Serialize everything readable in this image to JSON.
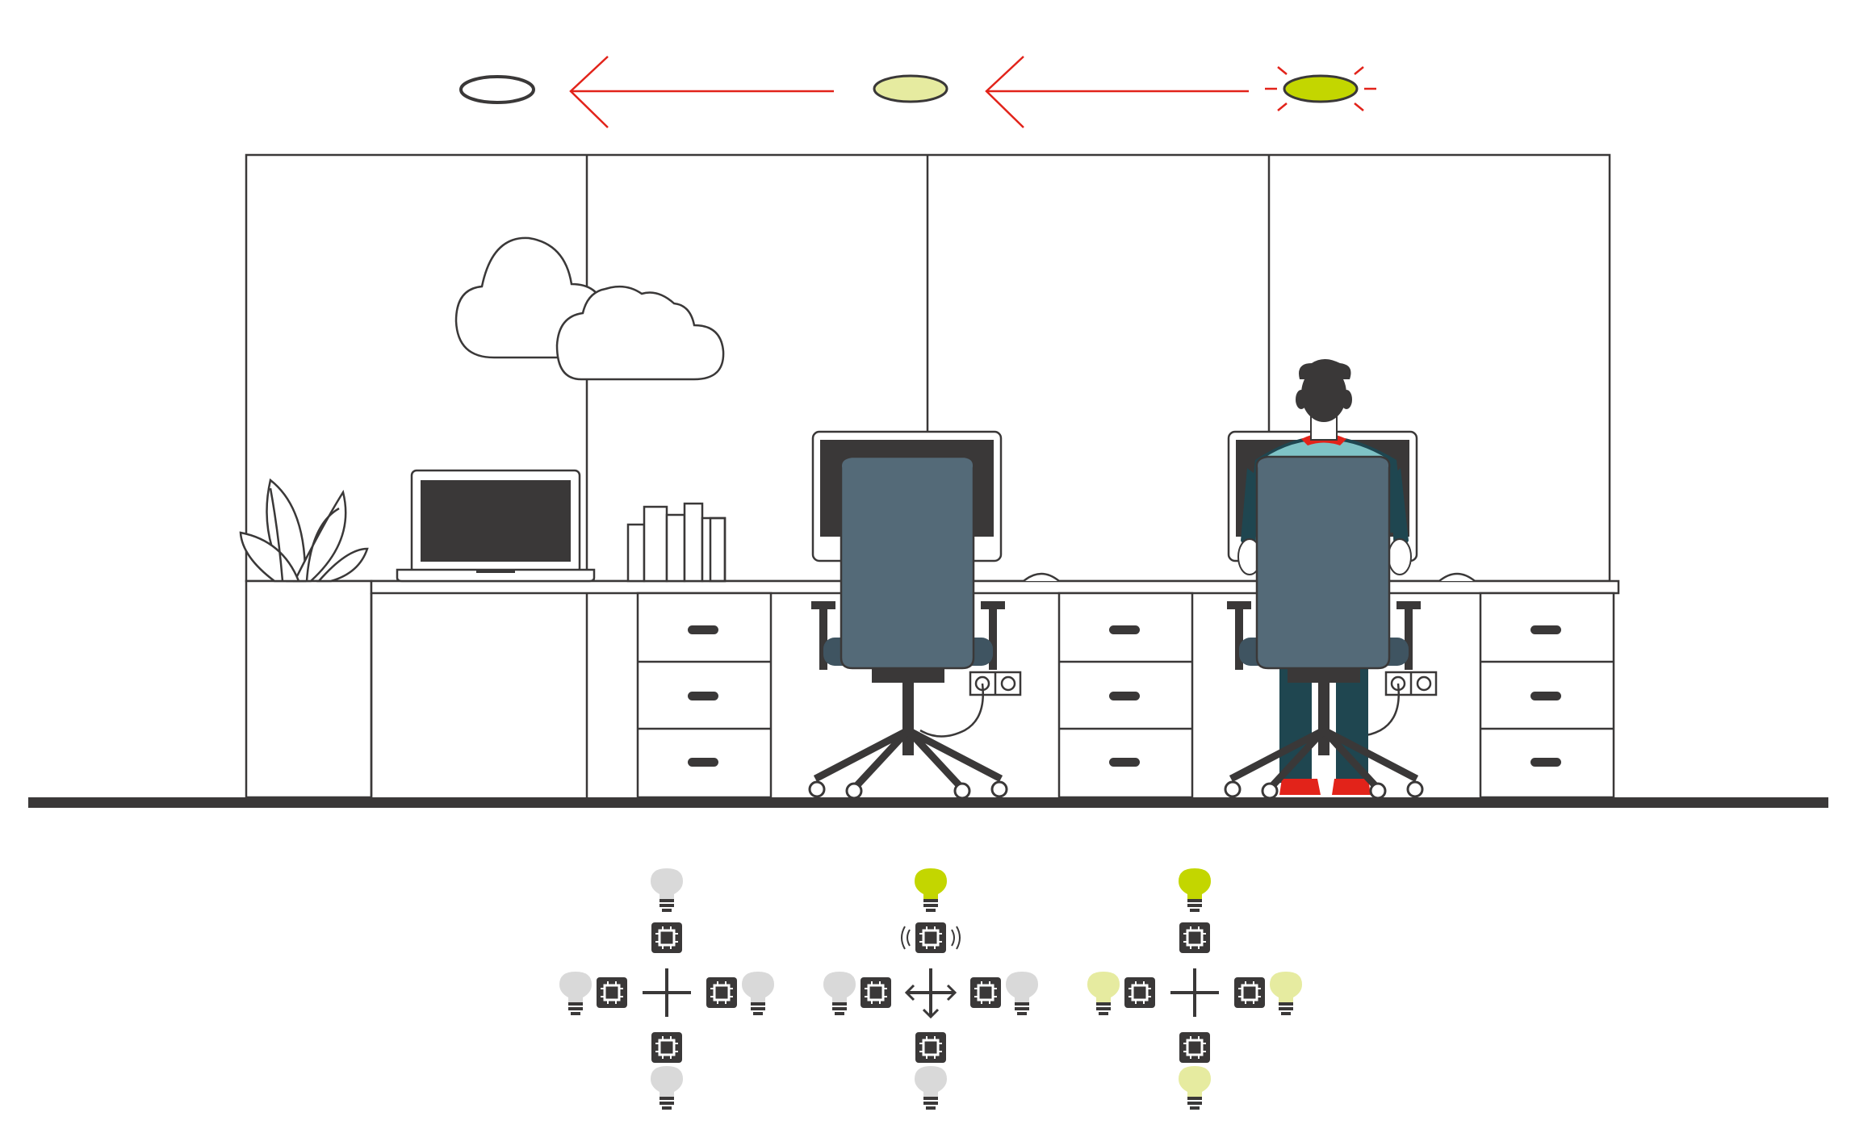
{
  "colors": {
    "line": "#3a3838",
    "arrow": "#e2231a",
    "lamp_on": "#c3d600",
    "lamp_dim": "#e6eba0",
    "bulb_off": "#d9d9d9",
    "chair": "#546a78",
    "person_shirt": "#1f4650",
    "person_collar": "#7fc3c6",
    "person_accent": "#e2231a"
  },
  "lamps": [
    {
      "state": "off"
    },
    {
      "state": "dimmed"
    },
    {
      "state": "on"
    }
  ],
  "sensor_groups": [
    {
      "state": "idle",
      "bulbs": [
        "off",
        "off",
        "off",
        "off"
      ]
    },
    {
      "state": "motion-detected",
      "bulbs": [
        "on",
        "off",
        "off",
        "off"
      ]
    },
    {
      "state": "neighbors-dimmed",
      "bulbs": [
        "on",
        "dimmed",
        "dimmed",
        "dimmed"
      ]
    }
  ],
  "icons": [
    "ceiling-lamp-icon",
    "arrow-left-icon",
    "cloud-icon",
    "plant-icon",
    "laptop-icon",
    "books-icon",
    "monitor-icon",
    "office-chair-icon",
    "power-outlet-icon",
    "person-icon",
    "light-bulb-icon",
    "sensor-chip-icon",
    "signal-waves-icon"
  ]
}
